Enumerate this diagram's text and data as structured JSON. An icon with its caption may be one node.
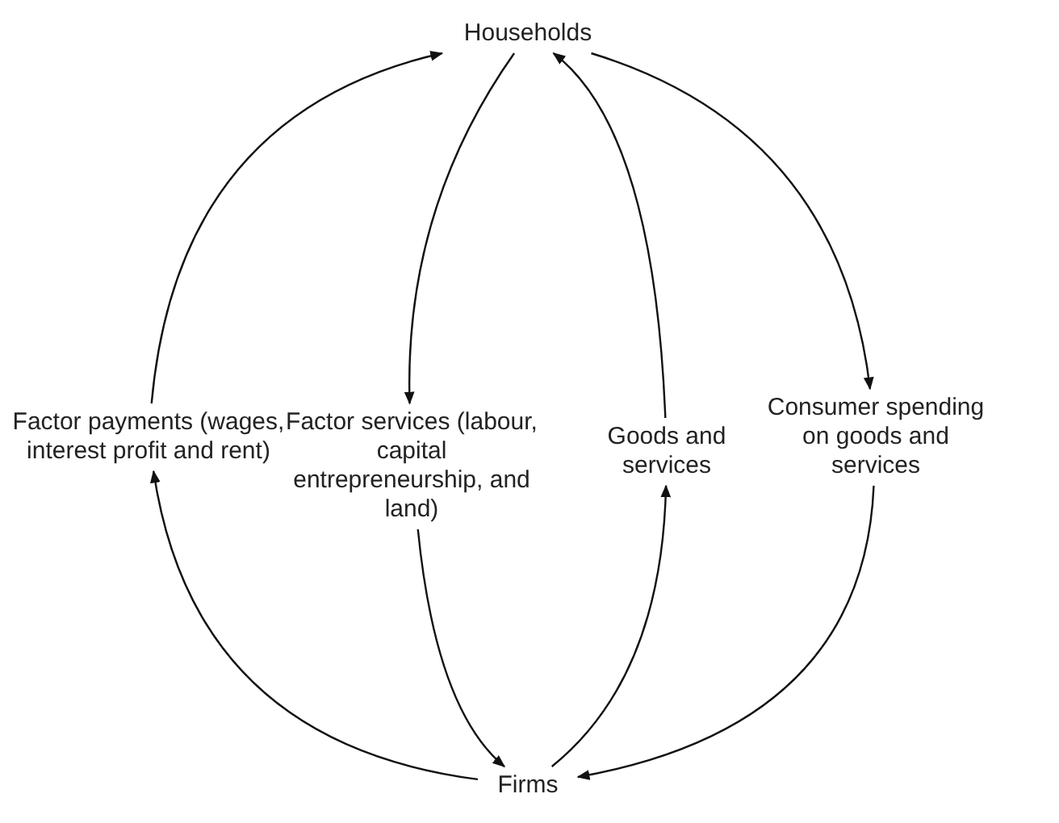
{
  "diagram": {
    "nodes": [
      {
        "text": [
          "Households"
        ]
      },
      {
        "text": [
          "Factor payments (wages, interest profit and rent)"
        ]
      },
      {
        "text": [
          "Factor services (labour, capital entrepreneurship, and land)"
        ]
      },
      {
        "text": [
          "Goods and services"
        ]
      },
      {
        "text": [
          "Consumer spending on goods and services"
        ]
      },
      {
        "text": [
          "Firms"
        ]
      }
    ],
    "edges": [
      {
        "from": 0,
        "to": 4,
        "arrow": "to"
      },
      {
        "from": 4,
        "to": 5,
        "arrow": "to"
      },
      {
        "from": 5,
        "to": 1,
        "arrow": "to"
      },
      {
        "from": 1,
        "to": 0,
        "arrow": "to"
      },
      {
        "from": 0,
        "to": 2,
        "arrow": "to"
      },
      {
        "from": 2,
        "to": 5,
        "arrow": "to"
      },
      {
        "from": 5,
        "to": 3,
        "arrow": "to"
      },
      {
        "from": 3,
        "to": 0,
        "arrow": "to"
      }
    ]
  }
}
